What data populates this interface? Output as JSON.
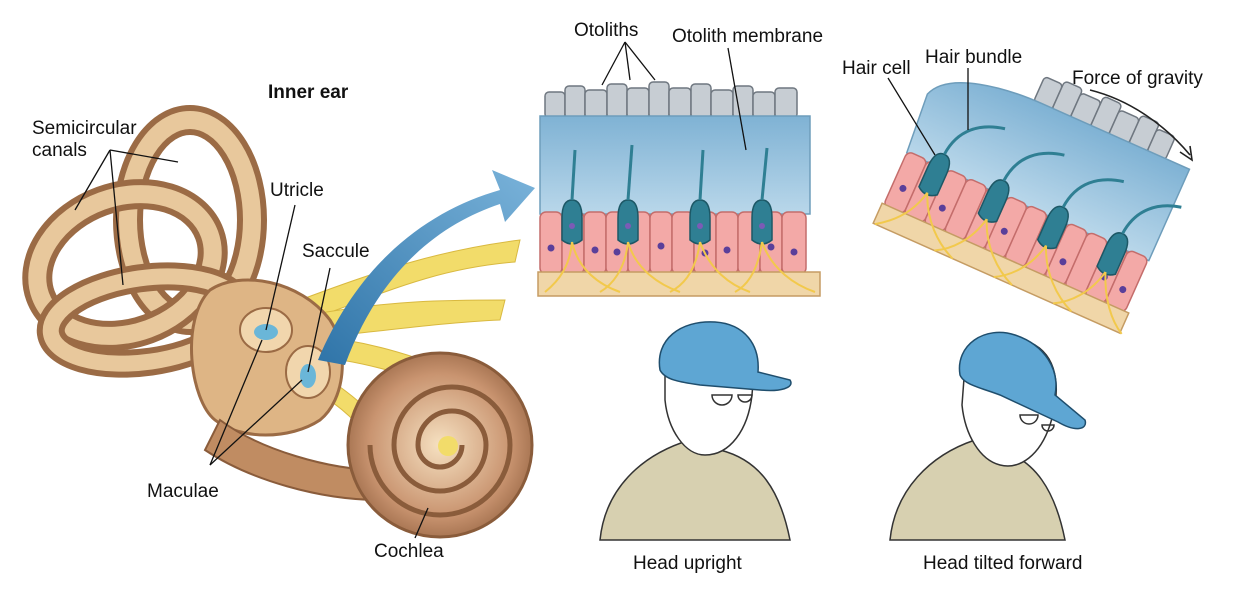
{
  "labels": {
    "inner_ear": "Inner ear",
    "semicircular_canals": "Semicircular canals",
    "utricle": "Utricle",
    "saccule": "Saccule",
    "maculae": "Maculae",
    "cochlea": "Cochlea",
    "otoliths": "Otoliths",
    "otolith_membrane": "Otolith membrane",
    "hair_cell": "Hair cell",
    "hair_bundle": "Hair bundle",
    "force_of_gravity": "Force of gravity",
    "head_upright": "Head upright",
    "head_tilted_forward": "Head tilted forward"
  },
  "colors": {
    "canal_outer": "#b9865a",
    "canal_inner": "#e8c89c",
    "nerve": "#f2dc6a",
    "otolith_membrane": "#9cc3dd",
    "otolith_crystals": "#c7cdd3",
    "hair_cell": "#2f7f93",
    "support_cell": "#f3a9a7",
    "nucleus": "#5a3f9a",
    "arrow": "#5b98c4",
    "cap": "#5ea6d3",
    "shirt": "#d7d0b0"
  }
}
